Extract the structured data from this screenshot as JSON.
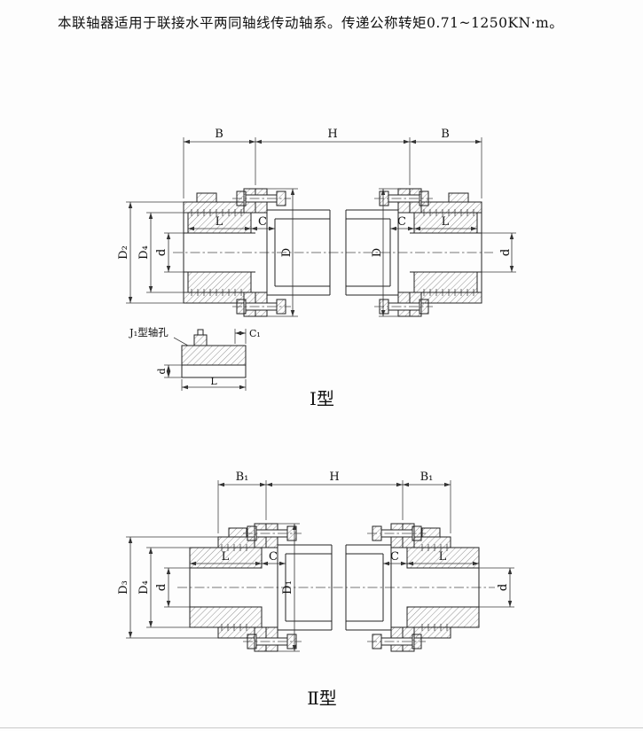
{
  "palette": {
    "ink": "#1a1a1a",
    "paper": "#fdfdfd"
  },
  "header": {
    "text": "本联轴器适用于联接水平两同轴线传动轴系。传递公称转矩0.71~1250KN·m。"
  },
  "figure1": {
    "caption": "Ⅰ型",
    "dims": {
      "b_left": "B",
      "h": "H",
      "b_right": "B",
      "d2": "D₂",
      "d4": "D₄",
      "d_left": "d",
      "l_left": "L",
      "c_left": "C",
      "d_mid_left": "D",
      "d_mid_right": "D",
      "c_right": "C",
      "l_right": "L",
      "d_right": "d"
    },
    "detail": {
      "label": "J₁型轴孔",
      "c1": "C₁",
      "d": "d",
      "l": "L"
    }
  },
  "figure2": {
    "caption": "Ⅱ型",
    "dims": {
      "b1_left": "B₁",
      "h": "H",
      "b1_right": "B₁",
      "d3": "D₃",
      "d4": "D₄",
      "d_left": "d",
      "l_left": "L",
      "c_left": "C",
      "d1": "D₁",
      "c_right": "C",
      "l_right": "L",
      "d_right": "d"
    }
  }
}
